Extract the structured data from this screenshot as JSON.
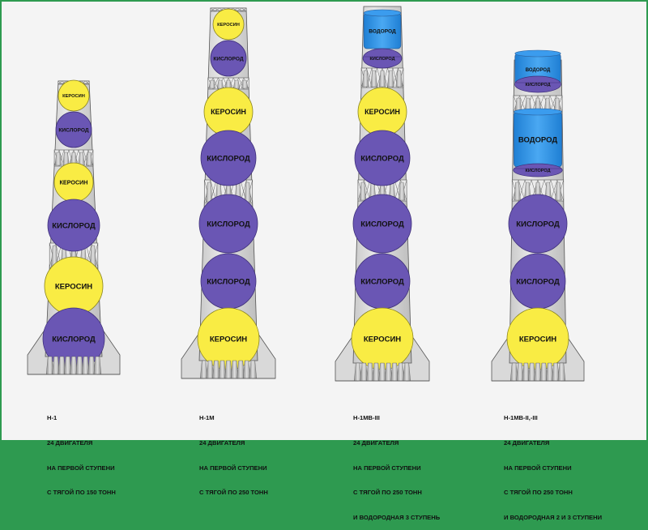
{
  "colors": {
    "kerosene": "#f9ec44",
    "oxygen": "#6a56b4",
    "hydrogen": "#2e8fe0",
    "hull": "#d6d6d6",
    "frame": "#2e9a50"
  },
  "rockets": [
    {
      "name": "Н-1",
      "caption": [
        "Н-1",
        "24 ДВИГАТЕЛЯ",
        "НА ПЕРВОЙ СТУПЕНИ",
        "С ТЯГОЙ ПО 150 ТОНН"
      ],
      "tanks": [
        {
          "fuel": "kerosene",
          "label": "КЕРОСИН"
        },
        {
          "fuel": "oxygen",
          "label": "КИСЛОРОД"
        },
        {
          "fuel": "kerosene",
          "label": "КЕРОСИН"
        },
        {
          "fuel": "oxygen",
          "label": "КИСЛОРОД"
        },
        {
          "fuel": "kerosene",
          "label": "КЕРОСИН"
        },
        {
          "fuel": "oxygen",
          "label": "КИСЛОРОД"
        }
      ]
    },
    {
      "name": "Н-1М",
      "caption": [
        "Н-1М",
        "24 ДВИГАТЕЛЯ",
        "НА ПЕРВОЙ СТУПЕНИ",
        "С ТЯГОЙ ПО 250 ТОНН"
      ],
      "tanks": [
        {
          "fuel": "kerosene",
          "label": "КЕРОСИН"
        },
        {
          "fuel": "oxygen",
          "label": "КИСЛОРОД"
        },
        {
          "fuel": "kerosene",
          "label": "КЕРОСИН"
        },
        {
          "fuel": "oxygen",
          "label": "КИСЛОРОД"
        },
        {
          "fuel": "oxygen",
          "label": "КИСЛОРОД"
        },
        {
          "fuel": "oxygen",
          "label": "КИСЛОРОД"
        },
        {
          "fuel": "kerosene",
          "label": "КЕРОСИН"
        }
      ]
    },
    {
      "name": "Н-1МВ-III",
      "caption": [
        "Н-1МВ-III",
        "24 ДВИГАТЕЛЯ",
        "НА ПЕРВОЙ СТУПЕНИ",
        "С ТЯГОЙ ПО 250 ТОНН",
        "И ВОДОРОДНАЯ 3 СТУПЕНЬ"
      ],
      "tanks": [
        {
          "fuel": "hydrogen",
          "label": "ВОДОРОД"
        },
        {
          "fuel": "oxygen",
          "label": "КИСЛОРОД"
        },
        {
          "fuel": "kerosene",
          "label": "КЕРОСИН"
        },
        {
          "fuel": "oxygen",
          "label": "КИСЛОРОД"
        },
        {
          "fuel": "oxygen",
          "label": "КИСЛОРОД"
        },
        {
          "fuel": "oxygen",
          "label": "КИСЛОРОД"
        },
        {
          "fuel": "kerosene",
          "label": "КЕРОСИН"
        }
      ]
    },
    {
      "name": "Н-1МВ-II,-III",
      "caption": [
        "Н-1МВ-II,-III",
        "24 ДВИГАТЕЛЯ",
        "НА ПЕРВОЙ СТУПЕНИ",
        "С ТЯГОЙ ПО 250 ТОНН",
        "И ВОДОРОДНАЯ 2 И 3 СТУПЕНИ"
      ],
      "tanks": [
        {
          "fuel": "hydrogen",
          "label": "ВОДОРОД"
        },
        {
          "fuel": "oxygen",
          "label": "КИСЛОРОД"
        },
        {
          "fuel": "hydrogen",
          "label": "ВОДОРОД"
        },
        {
          "fuel": "oxygen",
          "label": "КИСЛОРОД"
        },
        {
          "fuel": "oxygen",
          "label": "КИСЛОРОД"
        },
        {
          "fuel": "oxygen",
          "label": "КИСЛОРОД"
        },
        {
          "fuel": "kerosene",
          "label": "КЕРОСИН"
        }
      ]
    }
  ]
}
